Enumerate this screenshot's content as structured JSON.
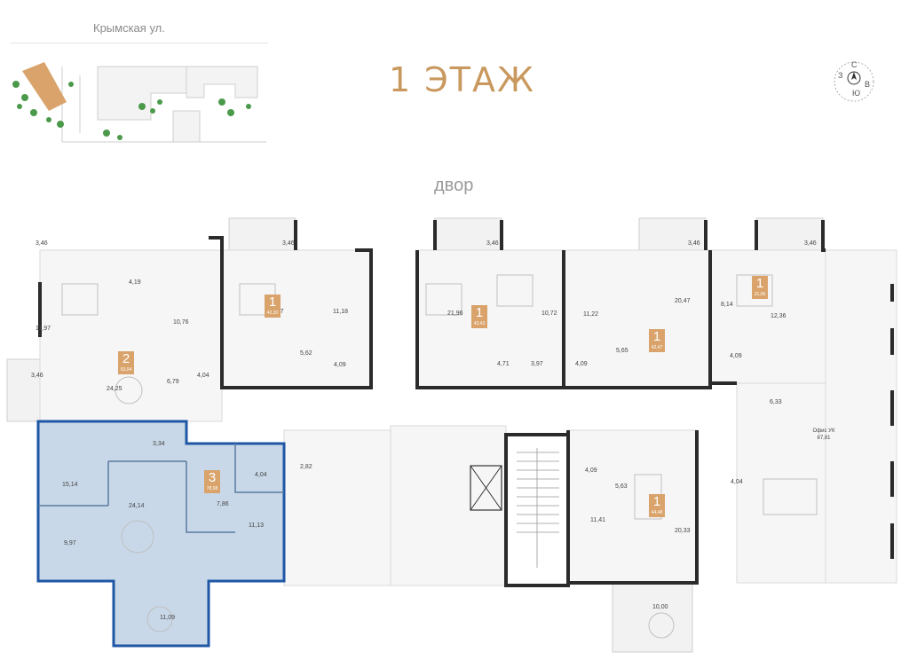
{
  "street": "Крымская ул.",
  "floor_title": "1 ЭТАЖ",
  "courtyard": "двор",
  "compass": {
    "n": "С",
    "s": "Ю",
    "w": "З",
    "e": "В"
  },
  "colors": {
    "accent": "#d9a36b",
    "highlight": "#1f57a5",
    "highlight_fill": "#c8d8e8",
    "wall": "#2b2b2b"
  },
  "apartments": [
    {
      "rooms": "2",
      "area": "63,04"
    },
    {
      "rooms": "1",
      "area": "42,30"
    },
    {
      "rooms": "1",
      "area": "43,43"
    },
    {
      "rooms": "1",
      "area": "42,47"
    },
    {
      "rooms": "1",
      "area": "31,06"
    },
    {
      "rooms": "3",
      "area": "78,98"
    },
    {
      "rooms": "1",
      "area": "44,48"
    }
  ],
  "office": {
    "name": "Офис УК",
    "area": "87,81"
  },
  "rooms": [
    "3,46",
    "4,19",
    "10,76",
    "11,97",
    "3,46",
    "24,25",
    "6,79",
    "4,04",
    "3,46",
    "20,37",
    "11,18",
    "5,62",
    "4,09",
    "3,46",
    "21,96",
    "10,72",
    "4,71",
    "3,97",
    "11,22",
    "4,09",
    "5,65",
    "3,46",
    "20,47",
    "3,46",
    "8,14",
    "12,36",
    "4,09",
    "6,33",
    "3,34",
    "15,14",
    "4,04",
    "2,82",
    "24,14",
    "7,86",
    "11,13",
    "9,97",
    "11,09",
    "4,09",
    "5,63",
    "11,41",
    "20,33",
    "4,04",
    "10,00"
  ]
}
